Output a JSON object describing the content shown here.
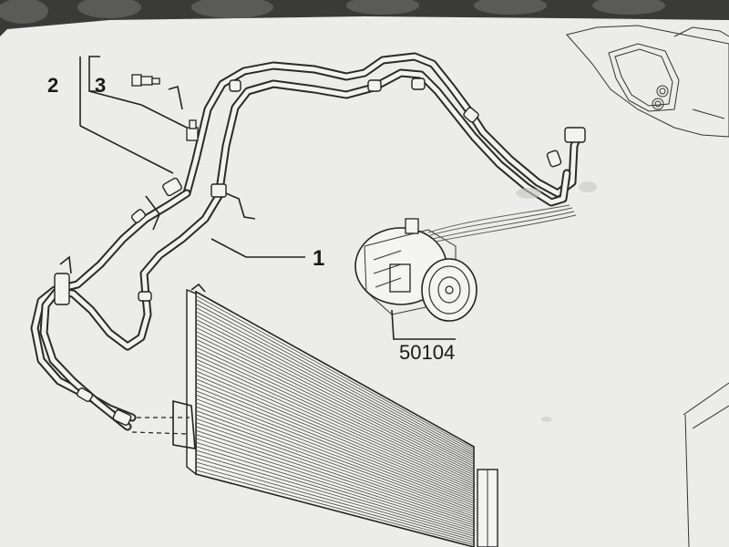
{
  "diagram": {
    "callouts": {
      "label_1": "1",
      "label_2": "2",
      "label_3": "3",
      "label_compressor": "50104"
    },
    "colors": {
      "paper": "#ececea",
      "ink": "#1a1a1a",
      "background": "#3a3a38"
    },
    "parts": [
      {
        "id": "1",
        "name": "ac-pipe-assembly"
      },
      {
        "id": "2",
        "name": "pressure-switch-bracket"
      },
      {
        "id": "3",
        "name": "pressure-switch"
      },
      {
        "id": "50104",
        "name": "ac-compressor"
      }
    ]
  }
}
